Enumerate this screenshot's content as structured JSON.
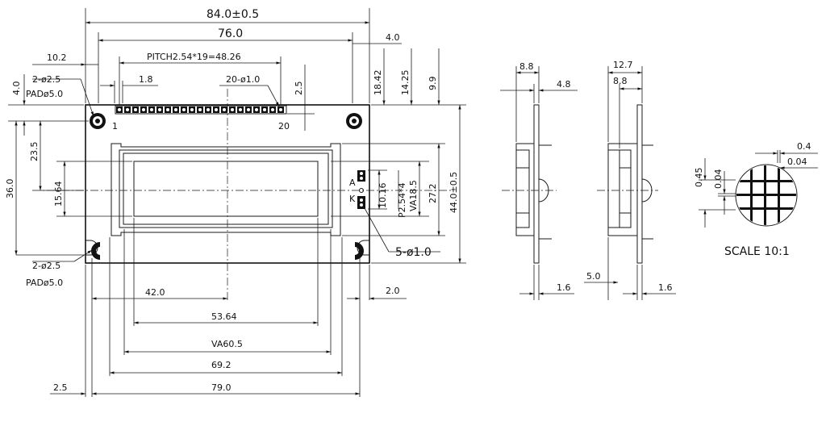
{
  "front": {
    "overall_width": "84.0±0.5",
    "pcb_width": "76.0",
    "pitch_total": "PITCH2.54*19=48.26",
    "left_edge": "10.2",
    "pin_pitch": "1.8",
    "pin_holes": "20-ø1.0",
    "pin_first": "1",
    "pin_last": "20",
    "offset_25": "2.5",
    "right_40": "4.0",
    "d1842": "18.42",
    "d1425": "14.25",
    "d99": "9.9",
    "top_40": "4.0",
    "mount_top": "2-ø2.5",
    "pad_top": "PADø5.0",
    "d235": "23.5",
    "d360": "36.0",
    "d1564": "15.64",
    "d1016": "10.16",
    "p254": "P2.54*4",
    "va185": "VA18.5",
    "d272": "27.2",
    "overall_height": "44.0±0.5",
    "label_a": "A",
    "label_k": "K",
    "led_holes": "5-ø1.0",
    "mount_bottom": "2-ø2.5",
    "pad_bottom": "PADø5.0",
    "d420": "42.0",
    "d20": "2.0",
    "d5364": "53.64",
    "va605": "VA60.5",
    "d692": "69.2",
    "d25b": "2.5",
    "d790": "79.0"
  },
  "side1": {
    "w1": "8.8",
    "w2": "4.8",
    "t": "1.6"
  },
  "side2": {
    "w1": "12.7",
    "w2": "8.8",
    "off": "5.0",
    "t": "1.6"
  },
  "detail": {
    "d04": "0.4",
    "d004a": "0.04",
    "d045": "0.45",
    "d004b": "0.04",
    "scale": "SCALE  10:1"
  }
}
